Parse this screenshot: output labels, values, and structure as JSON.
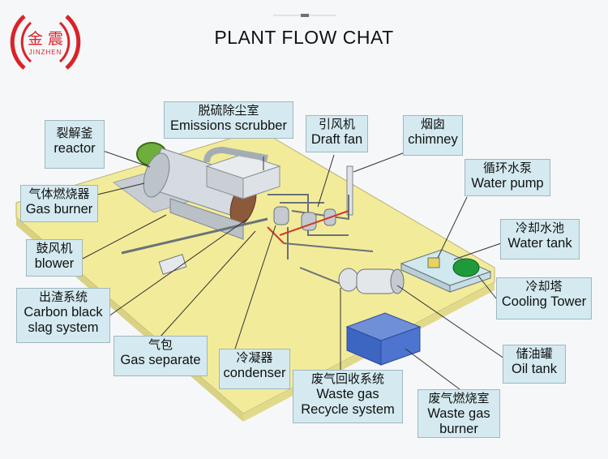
{
  "header": {
    "title": "PLANT FLOW CHAT",
    "logo_cn": "金 震",
    "logo_en": "JINZHEN",
    "brand_color": "#d8232a"
  },
  "labels": {
    "reactor": {
      "cn": "裂解釜",
      "en": "reactor"
    },
    "emissions": {
      "cn": "脱硫除尘室",
      "en": "Emissions scrubber"
    },
    "draftfan": {
      "cn": "引风机",
      "en": "Draft fan"
    },
    "chimney": {
      "cn": "烟囱",
      "en": "chimney"
    },
    "pump": {
      "cn": "循环水泵",
      "en": "Water pump"
    },
    "gasburner": {
      "cn": "气体燃烧器",
      "en": "Gas burner"
    },
    "watertank": {
      "cn": "冷却水池",
      "en": "Water tank"
    },
    "blower": {
      "cn": "鼓风机",
      "en": "blower"
    },
    "cooling": {
      "cn": "冷却塔",
      "en": "Cooling Tower"
    },
    "slag": {
      "cn": "出渣系统",
      "en1": "Carbon black",
      "en2": "slag system"
    },
    "gassep": {
      "cn": "气包",
      "en": "Gas separate"
    },
    "condenser": {
      "cn": "冷凝器",
      "en": "condenser"
    },
    "recycle": {
      "cn": "废气回收系统",
      "en1": "Waste gas",
      "en2": "Recycle system"
    },
    "oiltank": {
      "cn": "储油罐",
      "en": "Oil tank"
    },
    "wgburner": {
      "cn": "废气燃烧室",
      "en1": "Waste gas",
      "en2": "burner"
    }
  },
  "colors": {
    "platform": "#f2eb9a",
    "label_bg": "#d4eaf0",
    "machine": "#d5dbe1",
    "blue_box": "#3d65c2",
    "water": "#cfe9ef",
    "green_tower": "#1e9a3a"
  }
}
